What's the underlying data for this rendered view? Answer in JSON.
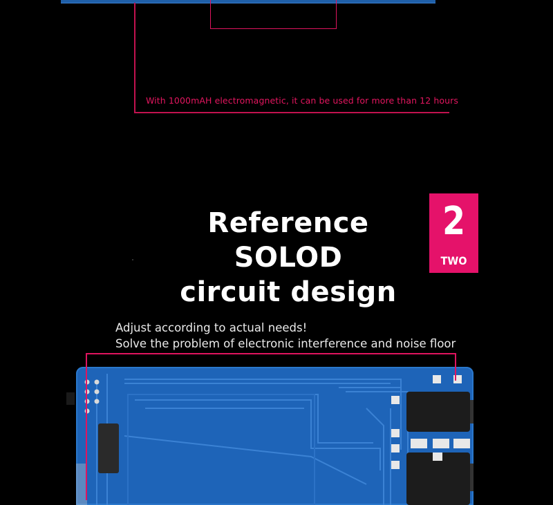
{
  "battery_note": "With 1000mAH electromagnetic, it can be used for more than 12 hours",
  "headline": {
    "line1": "Reference SOLOD",
    "line2": "circuit design"
  },
  "badge": {
    "number": "2",
    "word": "TWO"
  },
  "caption": {
    "line1": "Adjust according to actual needs!",
    "line2": "Solve the problem of electronic interference and noise floor"
  },
  "colors": {
    "accent": "#e5126a",
    "board": "#1e64b8",
    "background": "#000000"
  }
}
